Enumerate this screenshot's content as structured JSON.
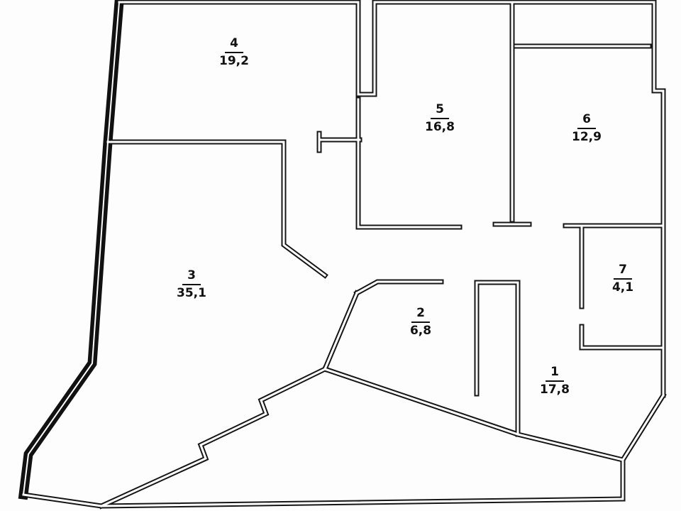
{
  "colors": {
    "wall": "#161616",
    "background": "#fdfdfd"
  },
  "rooms": [
    {
      "number": "1",
      "area": "17,8"
    },
    {
      "number": "2",
      "area": "6,8"
    },
    {
      "number": "3",
      "area": "35,1"
    },
    {
      "number": "4",
      "area": "19,2"
    },
    {
      "number": "5",
      "area": "16,8"
    },
    {
      "number": "6",
      "area": "12,9"
    },
    {
      "number": "7",
      "area": "4,1"
    }
  ]
}
